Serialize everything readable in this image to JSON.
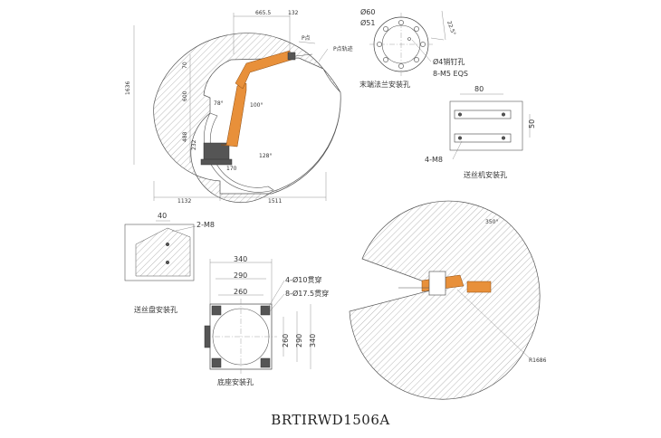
{
  "model": "BRTIRWD1506A",
  "top_view": {
    "dims": {
      "d665": "665.5",
      "d132": "132",
      "label_p": "P点",
      "p_track": "P点轨迹",
      "d1636": "1636",
      "d70": "70",
      "d600": "600",
      "d488": "488",
      "d232": "232",
      "d170": "170",
      "d1132": "1132",
      "d1511": "1511"
    },
    "angles": {
      "a78": "78°",
      "a100": "100°",
      "a128": "128°"
    }
  },
  "flange": {
    "d60": "Ø60",
    "d51": "Ø51",
    "angle": "22.5°",
    "pin_hole": "Ø4销钉孔",
    "thread": "8-M5 EQS",
    "caption": "末端法兰安装孔"
  },
  "feeder": {
    "d80": "80",
    "d50": "50",
    "thread": "4-M8",
    "caption": "送丝机安装孔"
  },
  "wire_tray": {
    "d40": "40",
    "thread": "2-M8",
    "caption": "送丝盘安装孔"
  },
  "base": {
    "d340": "340",
    "d290": "290",
    "d260": "260",
    "hole_a": "4-Ø10贯穿",
    "hole_b": "8-Ø17.5贯穿",
    "v260": "260",
    "v290": "290",
    "v340": "340",
    "caption": "底座安装孔"
  },
  "side_view": {
    "angle": "350°",
    "radius": "R1686"
  }
}
